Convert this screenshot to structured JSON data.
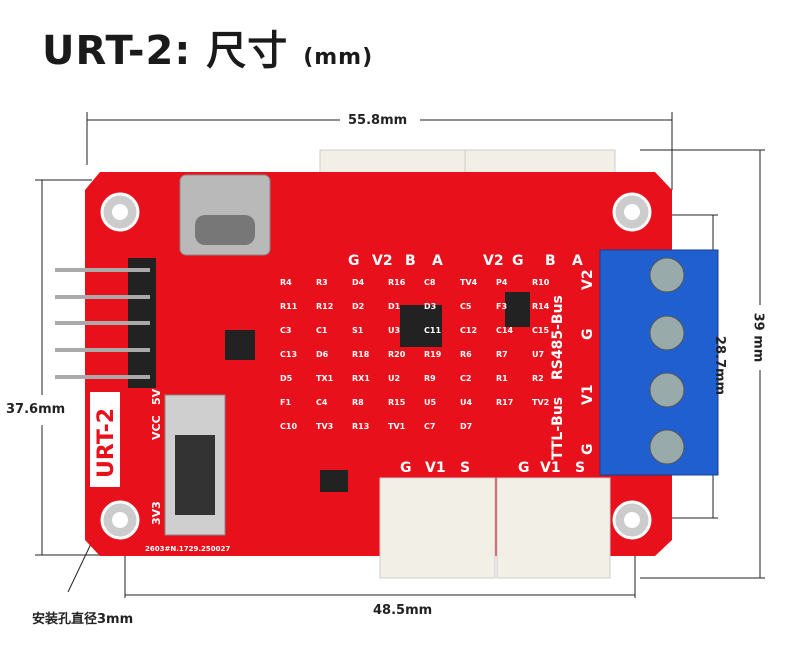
{
  "title": {
    "main": "URT-2: 尺寸",
    "unit": "(mm)"
  },
  "dimensions": {
    "width_total": "55.8mm",
    "height_total": "39 mm",
    "hole_spacing_v": "28.7mm",
    "board_height": "37.6mm",
    "hole_spacing_h": "48.5mm",
    "hole_note": "安装孔直径3mm"
  },
  "board": {
    "name": "URT-2",
    "top_connector_left": [
      "G",
      "V2",
      "B",
      "A"
    ],
    "top_connector_right": [
      "V2",
      "G",
      "B",
      "A"
    ],
    "bottom_connector_left": [
      "G",
      "V1",
      "S"
    ],
    "bottom_connector_right": [
      "G",
      "V1",
      "S"
    ],
    "bus_labels": [
      "TTL-Bus",
      "RS485-Bus"
    ],
    "terminal_labels": [
      "V2",
      "G",
      "V1",
      "G"
    ],
    "switch_labels": [
      "VCC",
      "5V",
      "3V3"
    ],
    "serial": "2603#N.1729.250027",
    "components": [
      "R4",
      "R3",
      "D4",
      "R16",
      "C8",
      "TV4",
      "P4",
      "R10",
      "R11",
      "R12",
      "D2",
      "D1",
      "D3",
      "C5",
      "F3",
      "R14",
      "C3",
      "C1",
      "S1",
      "U3",
      "C11",
      "C12",
      "C14",
      "C15",
      "C13",
      "D6",
      "R18",
      "R20",
      "R19",
      "R6",
      "R7",
      "U7",
      "D5",
      "TX1",
      "RX1",
      "U2",
      "R9",
      "C2",
      "R1",
      "R2",
      "F1",
      "C4",
      "R8",
      "R15",
      "U5",
      "U4",
      "R17",
      "TV2",
      "C10",
      "TV3",
      "R13",
      "TV1",
      "C7",
      "D7"
    ]
  },
  "colors": {
    "pcb": "#e8101a",
    "terminal": "#1f5fd0",
    "connector": "#f2f0e6",
    "dimension": "#222222"
  }
}
